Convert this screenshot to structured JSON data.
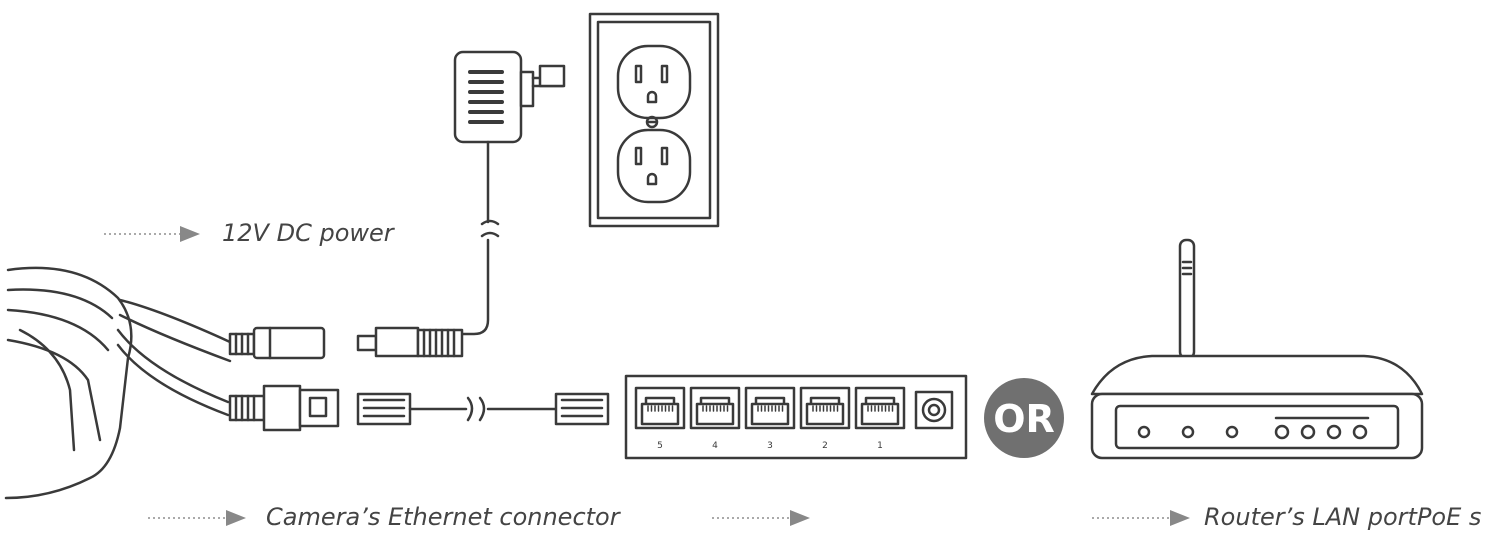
{
  "labels": {
    "power": "12V DC power",
    "camera_ethernet": "Camera’s Ethernet connector",
    "middle": "",
    "router": "Router’s LAN portPoE s"
  },
  "or_badge": "OR",
  "switch": {
    "port_numbers": [
      "5",
      "4",
      "3",
      "2",
      "1"
    ]
  },
  "colors": {
    "line": "#3a3a3a",
    "arrow": "#888888",
    "badge": "#707070",
    "badge_text": "#ffffff",
    "label_text": "#444444"
  }
}
